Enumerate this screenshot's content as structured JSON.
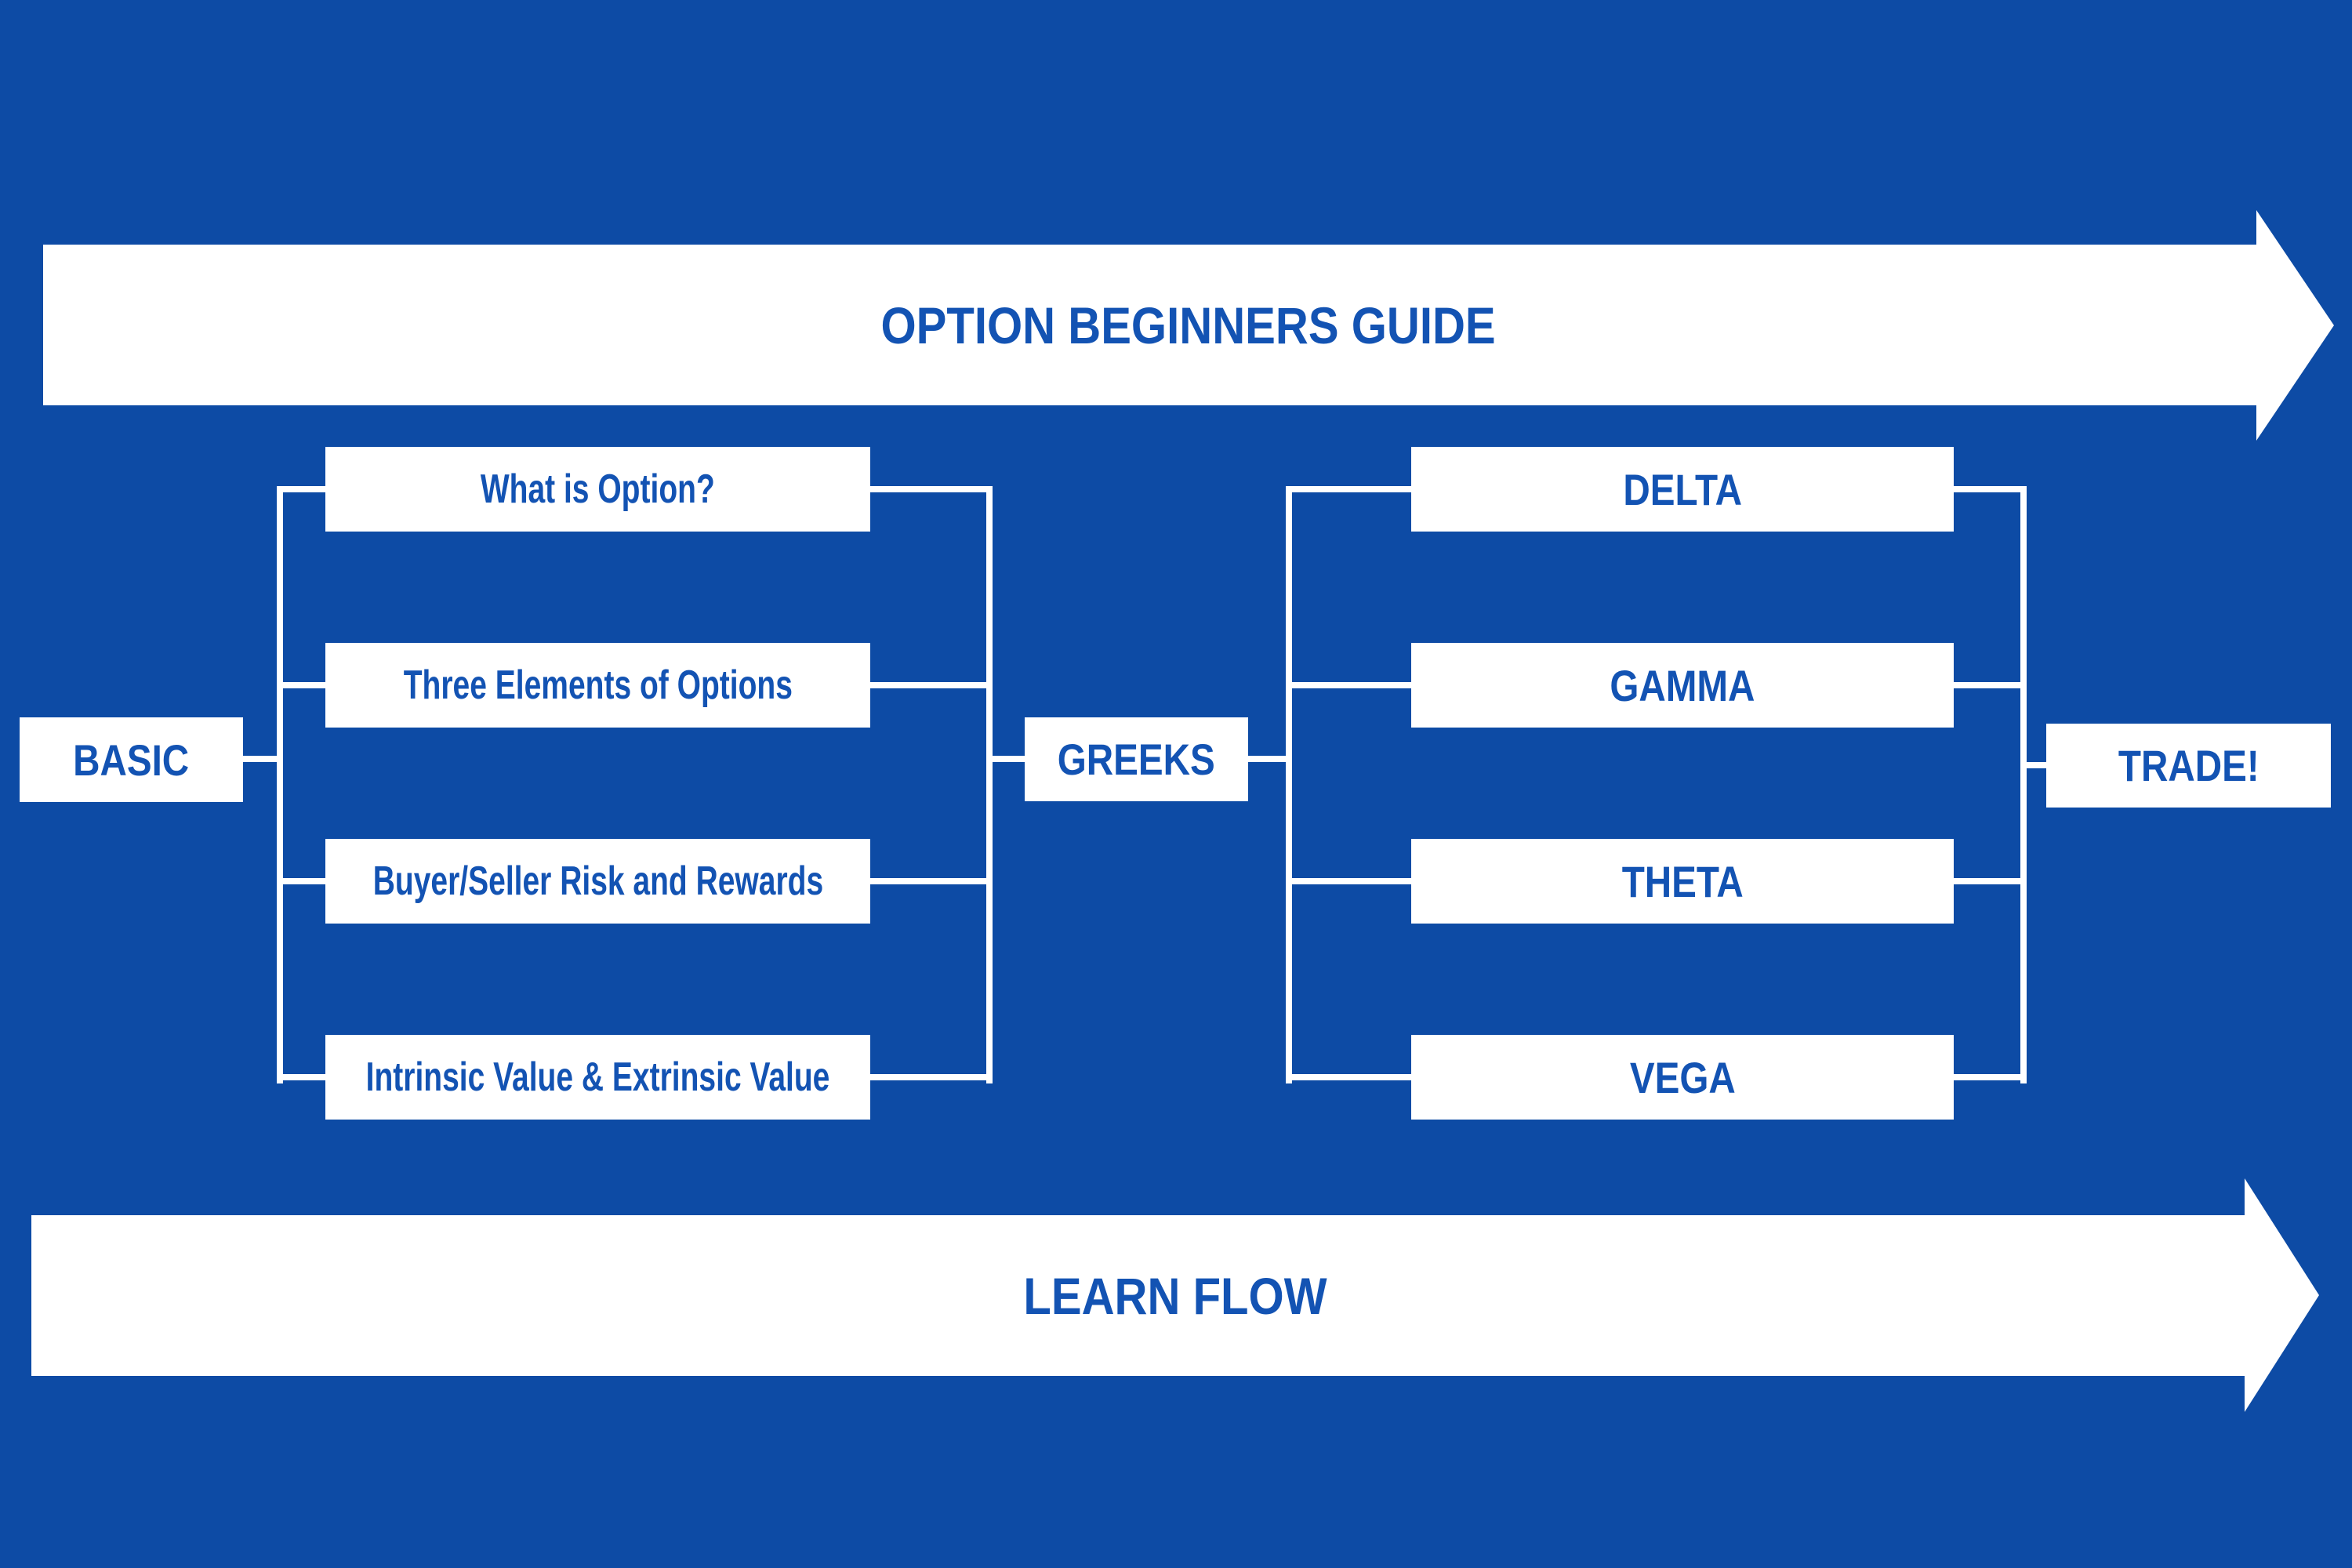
{
  "banners": {
    "top": {
      "label": "OPTION BEGINNERS GUIDE"
    },
    "bottom": {
      "label": "LEARN FLOW"
    }
  },
  "flow": {
    "basic": {
      "label": "BASIC"
    },
    "basic_topics": [
      "What is Option?",
      "Three Elements of Options",
      "Buyer/Seller Risk and Rewards",
      "Intrinsic Value & Extrinsic Value"
    ],
    "greeks": {
      "label": "GREEKS"
    },
    "greek_topics": [
      "DELTA",
      "GAMMA",
      "THETA",
      "VEGA"
    ],
    "trade": {
      "label": "TRADE!"
    }
  },
  "colors": {
    "background": "#0d4ba5",
    "text_blue": "#1353b3",
    "box_fill": "#ffffff"
  }
}
